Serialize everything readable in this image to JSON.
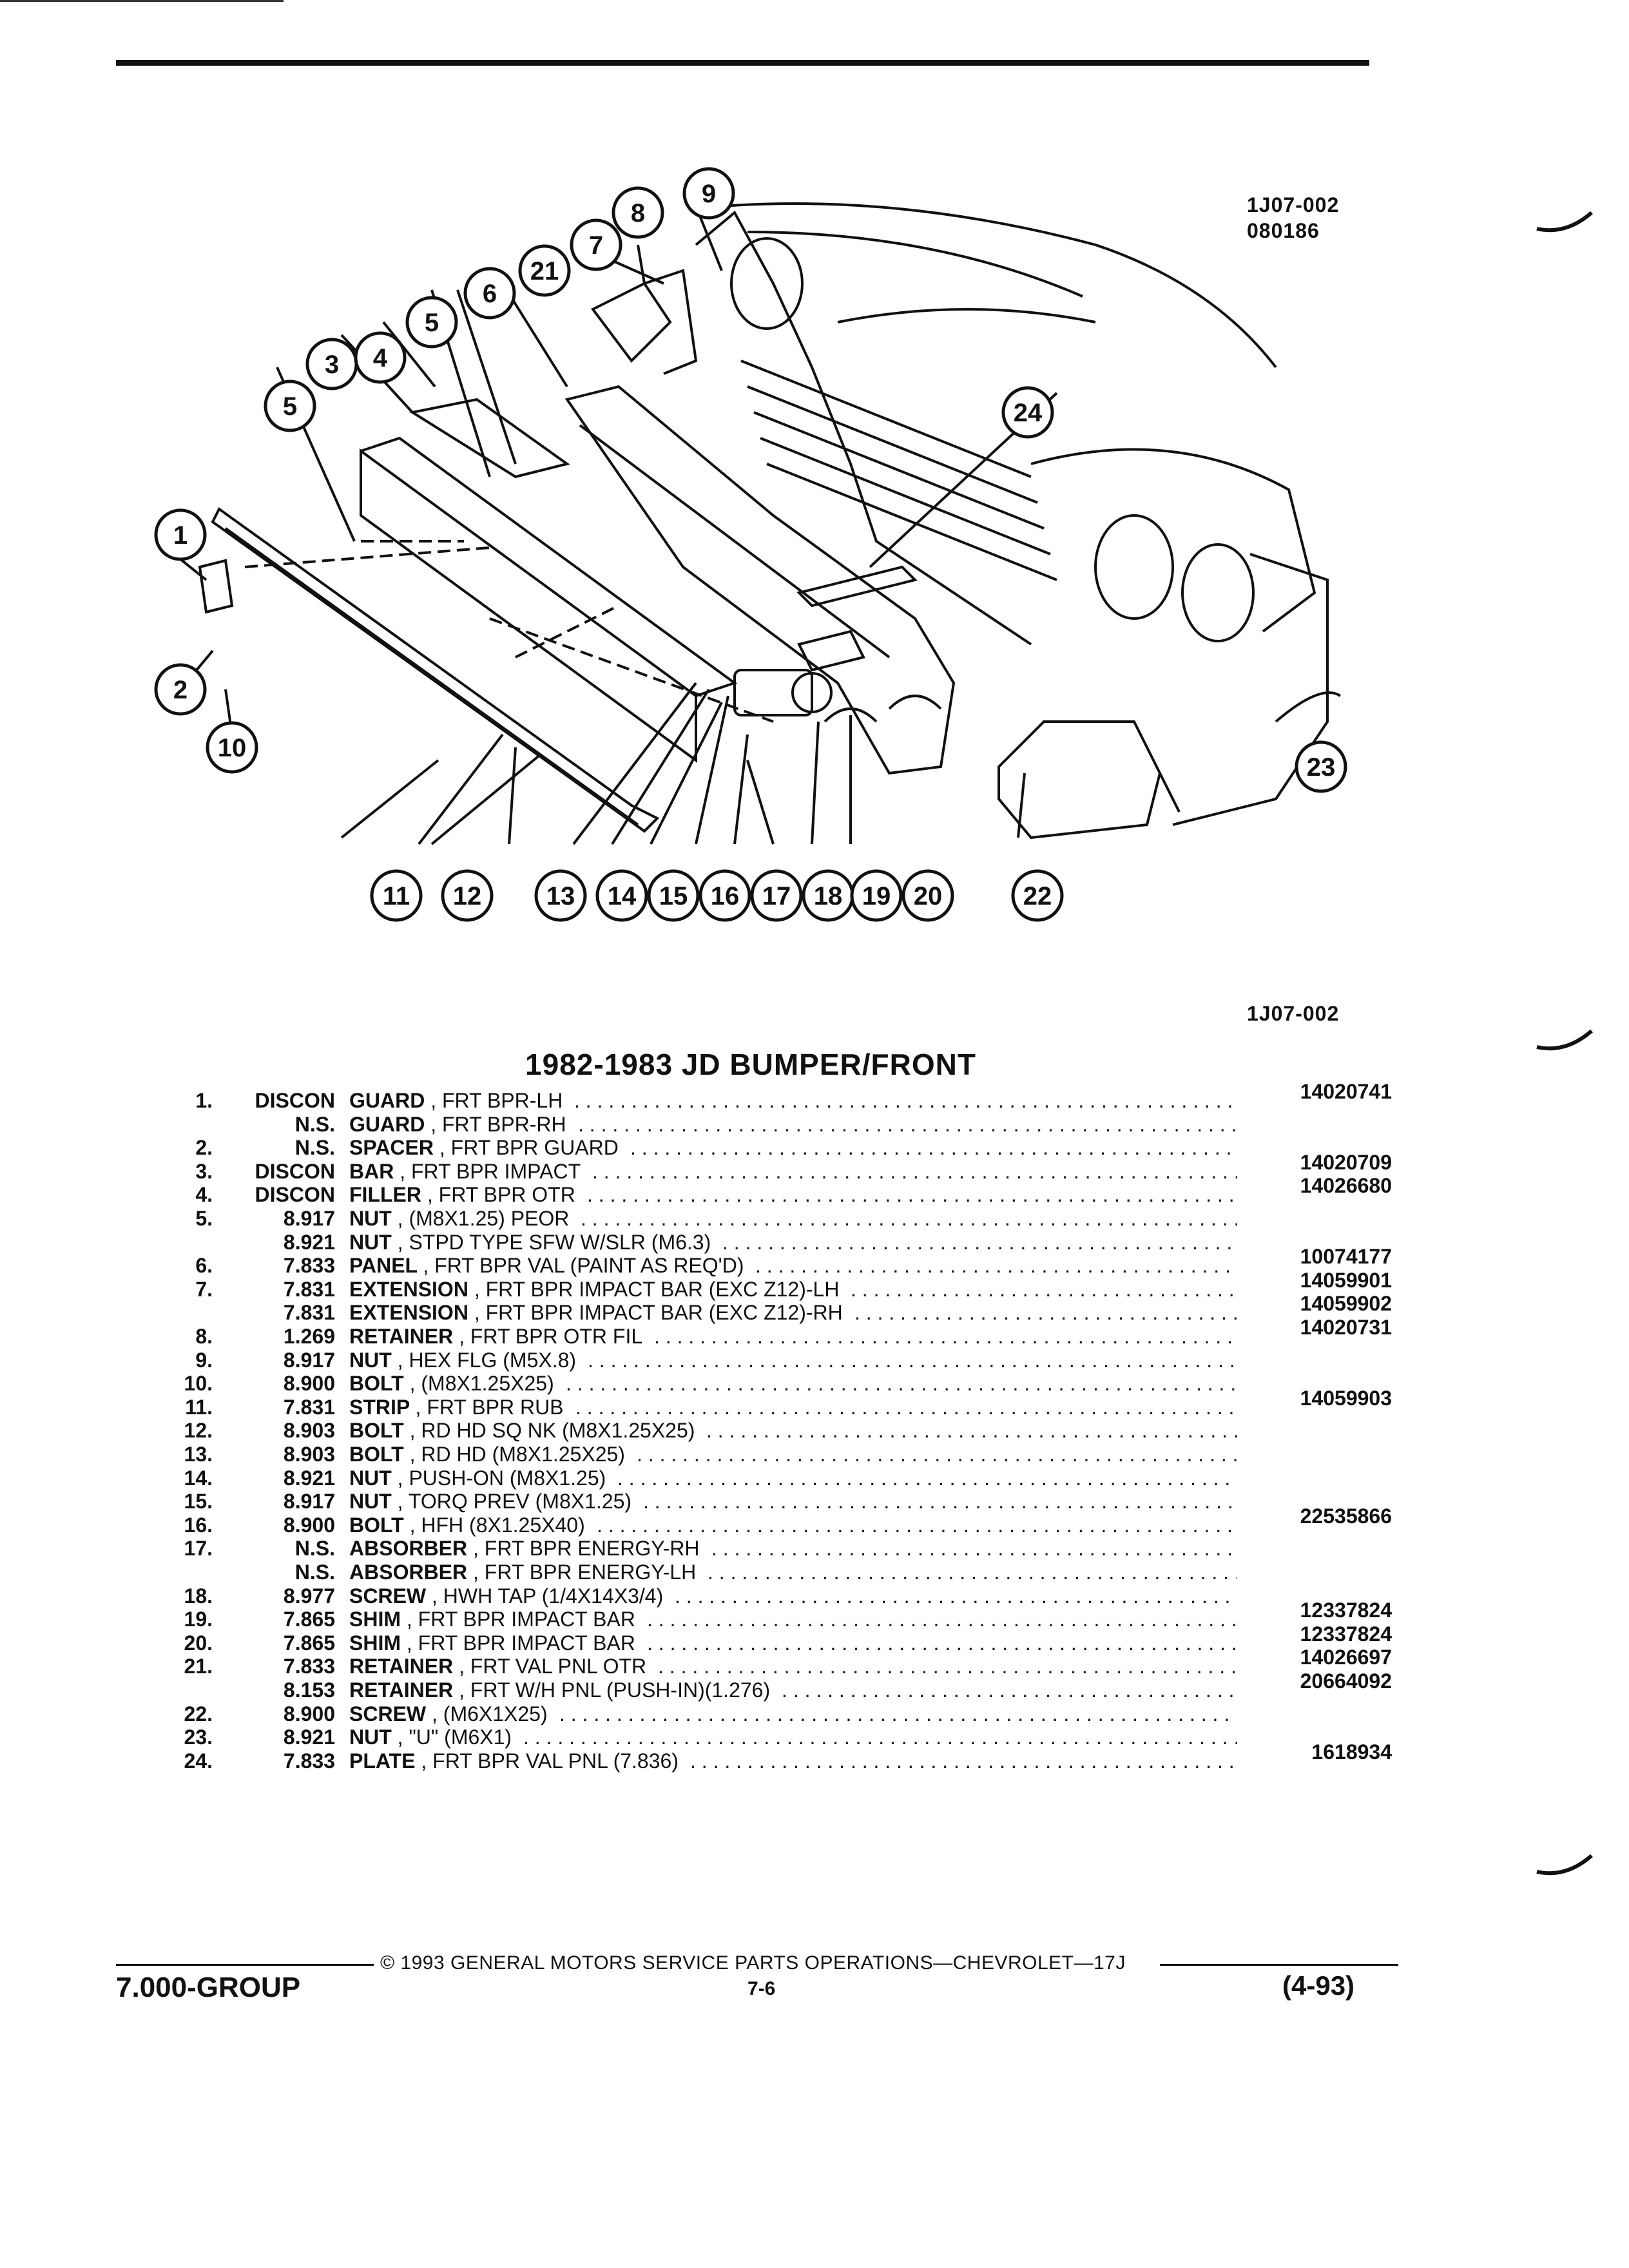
{
  "figure": {
    "id": "1J07-002",
    "date": "080186",
    "id_below": "1J07-002",
    "callouts": [
      "1",
      "2",
      "3",
      "4",
      "5",
      "5",
      "6",
      "7",
      "8",
      "9",
      "10",
      "11",
      "12",
      "13",
      "14",
      "15",
      "16",
      "17",
      "18",
      "19",
      "20",
      "21",
      "22",
      "23",
      "24"
    ]
  },
  "title": "1982-1983 JD BUMPER/FRONT",
  "parts": [
    {
      "line": "1.",
      "group": "DISCON",
      "name": "GUARD",
      "desc": ", FRT BPR-LH",
      "pn": "14020741"
    },
    {
      "line": "",
      "group": "N.S.",
      "name": "GUARD",
      "desc": ", FRT BPR-RH",
      "pn": ""
    },
    {
      "line": "2.",
      "group": "N.S.",
      "name": "SPACER",
      "desc": ", FRT BPR GUARD",
      "pn": ""
    },
    {
      "line": "3.",
      "group": "DISCON",
      "name": "BAR",
      "desc": ", FRT BPR IMPACT",
      "pn": "14020709"
    },
    {
      "line": "4.",
      "group": "DISCON",
      "name": "FILLER",
      "desc": ", FRT BPR OTR",
      "pn": "14026680"
    },
    {
      "line": "5.",
      "group": "8.917",
      "name": "NUT",
      "desc": ", (M8X1.25) PEOR",
      "pn": ""
    },
    {
      "line": "",
      "group": "8.921",
      "name": "NUT",
      "desc": ", STPD TYPE SFW W/SLR (M6.3)",
      "pn": ""
    },
    {
      "line": "6.",
      "group": "7.833",
      "name": "PANEL",
      "desc": ", FRT BPR VAL (PAINT AS REQ'D)",
      "pn": "10074177"
    },
    {
      "line": "7.",
      "group": "7.831",
      "name": "EXTENSION",
      "desc": ", FRT BPR IMPACT BAR (EXC Z12)-LH",
      "pn": "14059901"
    },
    {
      "line": "",
      "group": "7.831",
      "name": "EXTENSION",
      "desc": ", FRT BPR IMPACT BAR (EXC Z12)-RH",
      "pn": "14059902"
    },
    {
      "line": "8.",
      "group": "1.269",
      "name": "RETAINER",
      "desc": ", FRT BPR OTR FIL",
      "pn": "14020731"
    },
    {
      "line": "9.",
      "group": "8.917",
      "name": "NUT",
      "desc": ", HEX FLG (M5X.8)",
      "pn": ""
    },
    {
      "line": "10.",
      "group": "8.900",
      "name": "BOLT",
      "desc": ", (M8X1.25X25)",
      "pn": ""
    },
    {
      "line": "11.",
      "group": "7.831",
      "name": "STRIP",
      "desc": ", FRT BPR RUB",
      "pn": "14059903"
    },
    {
      "line": "12.",
      "group": "8.903",
      "name": "BOLT",
      "desc": ", RD HD SQ NK (M8X1.25X25)",
      "pn": ""
    },
    {
      "line": "13.",
      "group": "8.903",
      "name": "BOLT",
      "desc": ", RD HD (M8X1.25X25)",
      "pn": ""
    },
    {
      "line": "14.",
      "group": "8.921",
      "name": "NUT",
      "desc": ", PUSH-ON (M8X1.25)",
      "pn": ""
    },
    {
      "line": "15.",
      "group": "8.917",
      "name": "NUT",
      "desc": ", TORQ PREV (M8X1.25)",
      "pn": ""
    },
    {
      "line": "16.",
      "group": "8.900",
      "name": "BOLT",
      "desc": ", HFH (8X1.25X40)",
      "pn": "22535866"
    },
    {
      "line": "17.",
      "group": "N.S.",
      "name": "ABSORBER",
      "desc": ", FRT BPR ENERGY-RH",
      "pn": ""
    },
    {
      "line": "",
      "group": "N.S.",
      "name": "ABSORBER",
      "desc": ", FRT BPR ENERGY-LH",
      "pn": ""
    },
    {
      "line": "18.",
      "group": "8.977",
      "name": "SCREW",
      "desc": ", HWH TAP (1/4X14X3/4)",
      "pn": ""
    },
    {
      "line": "19.",
      "group": "7.865",
      "name": "SHIM",
      "desc": ", FRT BPR IMPACT BAR",
      "pn": "12337824"
    },
    {
      "line": "20.",
      "group": "7.865",
      "name": "SHIM",
      "desc": ", FRT BPR IMPACT BAR",
      "pn": "12337824"
    },
    {
      "line": "21.",
      "group": "7.833",
      "name": "RETAINER",
      "desc": ", FRT VAL PNL OTR",
      "pn": "14026697"
    },
    {
      "line": "",
      "group": "8.153",
      "name": "RETAINER",
      "desc": ", FRT W/H PNL (PUSH-IN)(1.276)",
      "pn": "20664092"
    },
    {
      "line": "22.",
      "group": "8.900",
      "name": "SCREW",
      "desc": ", (M6X1X25)",
      "pn": ""
    },
    {
      "line": "23.",
      "group": "8.921",
      "name": "NUT",
      "desc": ", \"U\" (M6X1)",
      "pn": ""
    },
    {
      "line": "24.",
      "group": "7.833",
      "name": "PLATE",
      "desc": ", FRT BPR VAL PNL (7.836)",
      "pn": "1618934"
    }
  ],
  "footer": {
    "copyright": "© 1993 GENERAL MOTORS SERVICE PARTS OPERATIONS—CHEVROLET—17J",
    "group": "7.000-GROUP",
    "page": "7-6",
    "date": "(4-93)"
  }
}
